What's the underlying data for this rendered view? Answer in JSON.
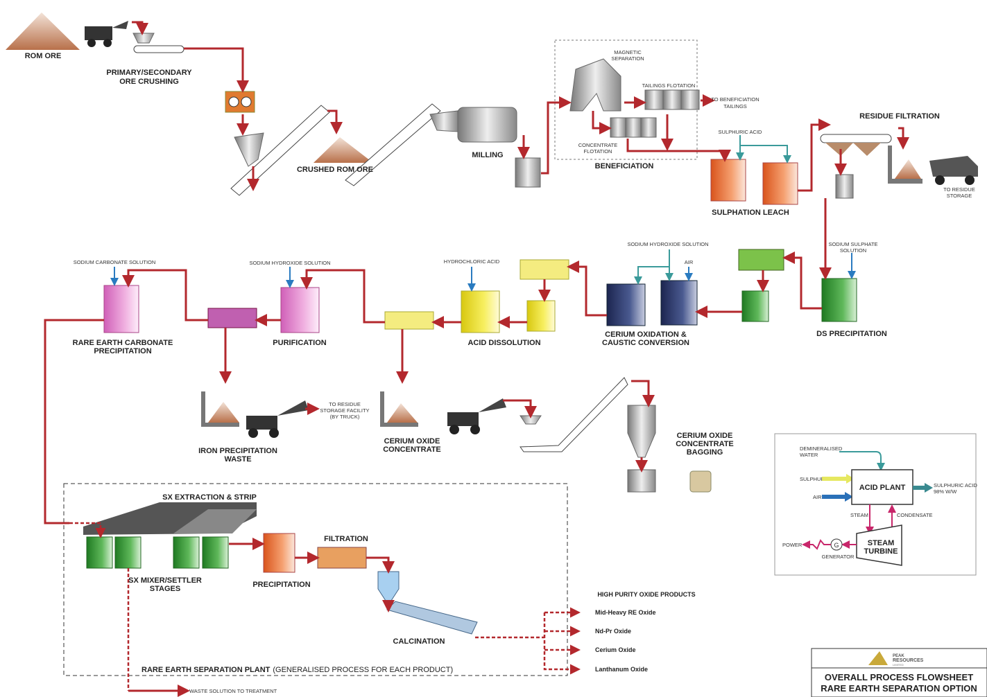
{
  "labels": {
    "rom_ore": "ROM ORE",
    "crushing_1": "PRIMARY/SECONDARY",
    "crushing_2": "ORE CRUSHING",
    "crushed_rom_ore": "CRUSHED ROM ORE",
    "milling": "MILLING",
    "magnetic_1": "MAGNETIC",
    "magnetic_2": "SEPARATION",
    "tailings_flotation": "TAILINGS FLOTATION",
    "to_benef_1": "TO BENEFICIATION",
    "to_benef_2": "TAILINGS",
    "conc_flot_1": "CONCENTRATE",
    "conc_flot_2": "FLOTATION",
    "beneficiation": "BENEFICIATION",
    "sulphuric_acid": "SULPHURIC ACID",
    "sulphation_leach": "SULPHATION LEACH",
    "residue_filtration": "RESIDUE FILTRATION",
    "to_residue_1": "TO RESIDUE",
    "to_residue_2": "STORAGE",
    "naoh_solution_1": "SODIUM HYDROXIDE SOLUTION",
    "air": "AIR",
    "sodium_sulphate_1": "SODIUM SULPHATE",
    "sodium_sulphate_2": "SOLUTION",
    "ds_precipitation": "DS PRECIPITATION",
    "cerium_ox_1": "CERIUM OXIDATION &",
    "cerium_ox_2": "CAUSTIC CONVERSION",
    "hydrochloric_acid": "HYDROCHLORIC ACID",
    "acid_dissolution": "ACID DISSOLUTION",
    "naoh_solution_2": "SODIUM HYDROXIDE SOLUTION",
    "purification": "PURIFICATION",
    "sodium_carbonate": "SODIUM CARBONATE SOLUTION",
    "rec_precip_1": "RARE EARTH CARBONATE",
    "rec_precip_2": "PRECIPITATION",
    "to_rsf_1": "TO RESIDUE",
    "to_rsf_2": "STORAGE FACILITY",
    "to_rsf_3": "(BY TRUCK)",
    "iron_waste_1": "IRON PRECIPITATION",
    "iron_waste_2": "WASTE",
    "ceo_conc_1": "CERIUM OXIDE",
    "ceo_conc_2": "CONCENTRATE",
    "bagging_1": "CERIUM OXIDE",
    "bagging_2": "CONCENTRATE",
    "bagging_3": "BAGGING",
    "sx_extraction": "SX EXTRACTION & STRIP",
    "sx_mixer_1": "SX MIXER/SETTLER",
    "sx_mixer_2": "STAGES",
    "precipitation": "PRECIPITATION",
    "filtration": "FILTRATION",
    "calcination": "CALCINATION",
    "high_purity": "HIGH PURITY OXIDE PRODUCTS",
    "plant_name": "RARE EARTH SEPARATION PLANT",
    "plant_note": "(GENERALISED PROCESS FOR EACH PRODUCT)",
    "waste_solution": "WASTE SOLUTION TO TREATMENT"
  },
  "products": [
    "Mid-Heavy RE Oxide",
    "Nd-Pr Oxide",
    "Cerium Oxide",
    "Lanthanum Oxide"
  ],
  "acid_plant": {
    "demin_1": "DEMINERALISED",
    "demin_2": "WATER",
    "sulphur": "SULPHUR",
    "air": "AIR",
    "acid_plant": "ACID PLANT",
    "out_1": "SULPHURIC ACID",
    "out_2": "98% W/W",
    "steam": "STEAM",
    "condensate": "CONDENSATE",
    "turbine_1": "STEAM",
    "turbine_2": "TURBINE",
    "generator_symbol": "G",
    "generator": "GENERATOR",
    "power": "POWER"
  },
  "title_block": {
    "logo_1": "PEAK",
    "logo_2": "RESOURCES",
    "logo_3": "LIMITED",
    "line_1": "OVERALL PROCESS FLOWSHEET",
    "line_2": "RARE EARTH SEPARATION OPTION"
  },
  "colors": {
    "flow": "#b3282d",
    "orange_tank": "#e8763a",
    "green_tank": "#3e9a3a",
    "navy_tank": "#2c3a6a",
    "yellow_tank": "#efe030",
    "pink_tank": "#e58ad0",
    "logo_gold": "#c9a93a"
  }
}
